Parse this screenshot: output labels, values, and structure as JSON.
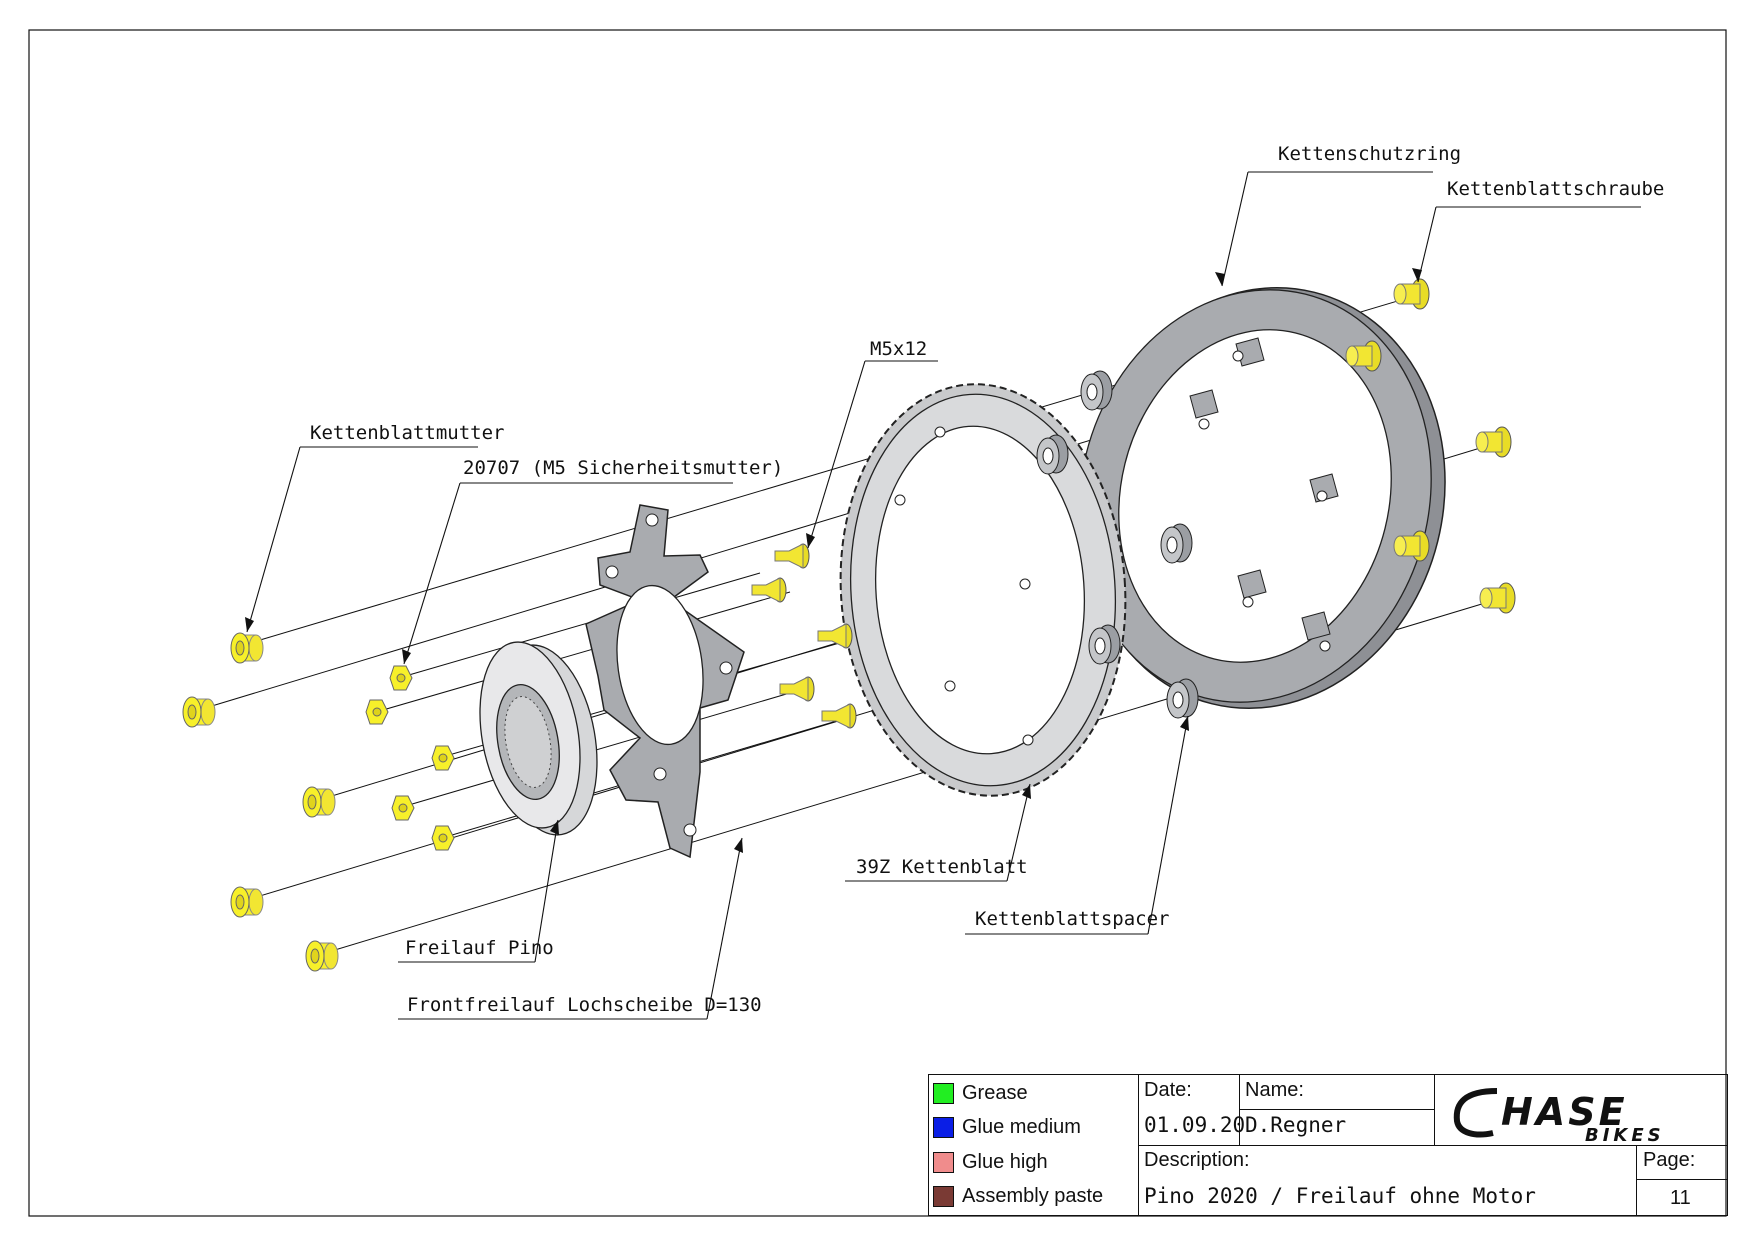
{
  "labels": {
    "kettenschutzring": "Kettenschutzring",
    "kettenblattschraube": "Kettenblattschraube",
    "m5x12": "M5x12",
    "kettenblattmutter": "Kettenblattmutter",
    "sicherheitsmutter": "20707 (M5 Sicherheitsmutter)",
    "kettenblatt": "39Z Kettenblatt",
    "kettenblattspacer": "Kettenblattspacer",
    "freilauf": "Freilauf Pino",
    "lochscheibe": "Frontfreilauf Lochscheibe D=130"
  },
  "legend": [
    {
      "label": "Grease",
      "color": "#22ee22"
    },
    {
      "label": "Glue medium",
      "color": "#0a1ee6"
    },
    {
      "label": "Glue high",
      "color": "#f08c8c"
    },
    {
      "label": "Assembly paste",
      "color": "#7a3a34"
    }
  ],
  "title_block": {
    "date_label": "Date:",
    "date_value": "01.09.20",
    "name_label": "Name:",
    "name_value": "D.Regner",
    "description_label": "Description:",
    "description_value": "Pino 2020 / Freilauf ohne Motor",
    "page_label": "Page:",
    "page_value": "11",
    "logo_top": "HASE",
    "logo_bottom": "BIKES"
  },
  "colors": {
    "bolt": "#f2e632",
    "nut": "#f7f02a",
    "plate": "#a9abaf",
    "spacer": "#9b9ea3"
  }
}
